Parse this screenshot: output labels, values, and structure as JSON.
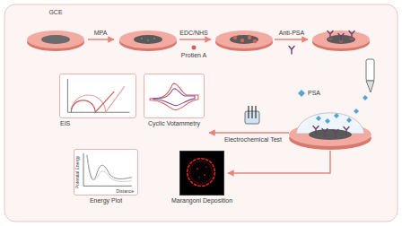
{
  "diagram": {
    "nodes": [
      {
        "text": [
          "GCE"
        ]
      },
      {
        "text": [
          "EIS"
        ]
      },
      {
        "text": [
          "Cyclic Votammetry"
        ]
      },
      {
        "text": [
          "Energy Plot",
          "Potential Energy",
          "Distance"
        ]
      },
      {
        "text": [
          "Marangoni Deposition"
        ]
      }
    ],
    "labels": [
      "MPA",
      "EDC/NHS",
      "Protien A",
      "Anti-PSA",
      "PSA",
      "Electrochemical Test"
    ]
  }
}
